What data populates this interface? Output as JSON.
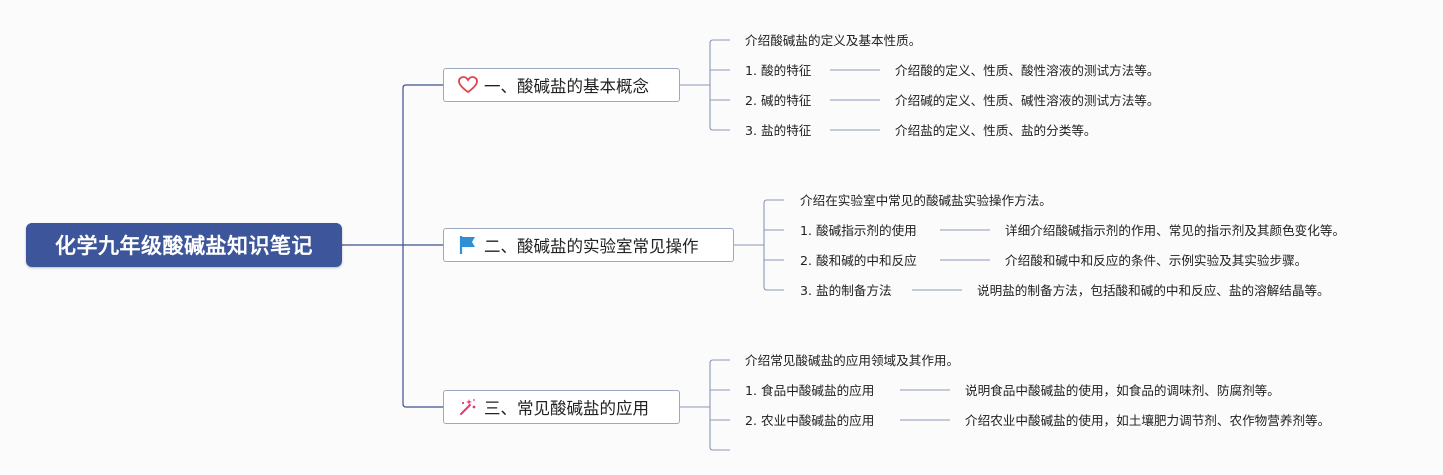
{
  "title": "化学九年级酸碱盐知识笔记",
  "branches": [
    {
      "label": "一、酸碱盐的基本概念",
      "icon": "heart-icon",
      "intro": "介绍酸碱盐的定义及基本性质。",
      "items": [
        {
          "label": "1. 酸的特征",
          "desc": "介绍酸的定义、性质、酸性溶液的测试方法等。"
        },
        {
          "label": "2. 碱的特征",
          "desc": "介绍碱的定义、性质、碱性溶液的测试方法等。"
        },
        {
          "label": "3. 盐的特征",
          "desc": "介绍盐的定义、性质、盐的分类等。"
        }
      ]
    },
    {
      "label": "二、酸碱盐的实验室常见操作",
      "icon": "flag-icon",
      "intro": "介绍在实验室中常见的酸碱盐实验操作方法。",
      "items": [
        {
          "label": "1. 酸碱指示剂的使用",
          "desc": "详细介绍酸碱指示剂的作用、常见的指示剂及其颜色变化等。"
        },
        {
          "label": "2. 酸和碱的中和反应",
          "desc": "介绍酸和碱中和反应的条件、示例实验及其实验步骤。"
        },
        {
          "label": "3. 盐的制备方法",
          "desc": "说明盐的制备方法，包括酸和碱的中和反应、盐的溶解结晶等。"
        }
      ]
    },
    {
      "label": "三、常见酸碱盐的应用",
      "icon": "magic-wand-icon",
      "intro": "介绍常见酸碱盐的应用领域及其作用。",
      "items": [
        {
          "label": "1. 食品中酸碱盐的应用",
          "desc": "说明食品中酸碱盐的使用，如食品的调味剂、防腐剂等。"
        },
        {
          "label": "2. 农业中酸碱盐的应用",
          "desc": "介绍农业中酸碱盐的使用，如土壤肥力调节剂、农作物营养剂等。"
        }
      ]
    }
  ],
  "colors": {
    "root_fill": "#3d559a",
    "connector": "#3d4f8f",
    "branch_border": "#9aa8c4",
    "heart": "#e0434f",
    "flag": "#2f8fd6",
    "wand": "#e23b74"
  }
}
